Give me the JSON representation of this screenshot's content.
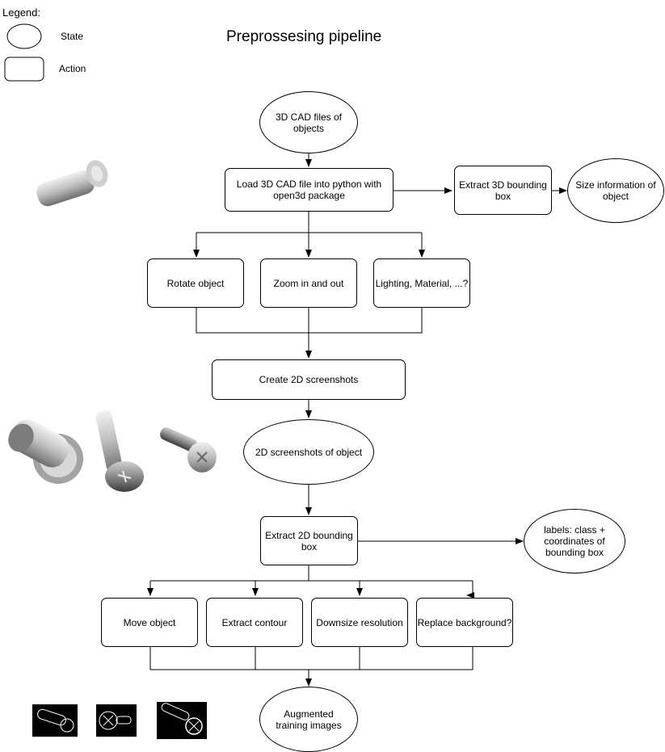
{
  "title": "Preprossesing pipeline",
  "legend": {
    "title": "Legend:",
    "state_label": "State",
    "action_label": "Action"
  },
  "nodes": {
    "cad_files": "3D CAD files of objects",
    "load_cad": "Load 3D CAD file into python with open3d package",
    "extract_3d_bbox": "Extract 3D bounding box",
    "size_info": "Size information of object",
    "rotate": "Rotate object",
    "zoom": "Zoom in and out",
    "lighting": "Lighting, Material, ...?",
    "create_screenshots": "Create 2D screenshots",
    "screenshots": "2D screenshots of object",
    "extract_2d_bbox": "Extract 2D bounding box",
    "labels": "labels: class + coordinates of bounding box",
    "move": "Move object",
    "contour": "Extract contour",
    "downsize": "Downsize resolution",
    "background": "Replace background?",
    "augmented": "Augmented training images"
  },
  "colors": {
    "line": "#000000",
    "node_fill": "#ffffff",
    "thumb_bg": "#000000"
  }
}
